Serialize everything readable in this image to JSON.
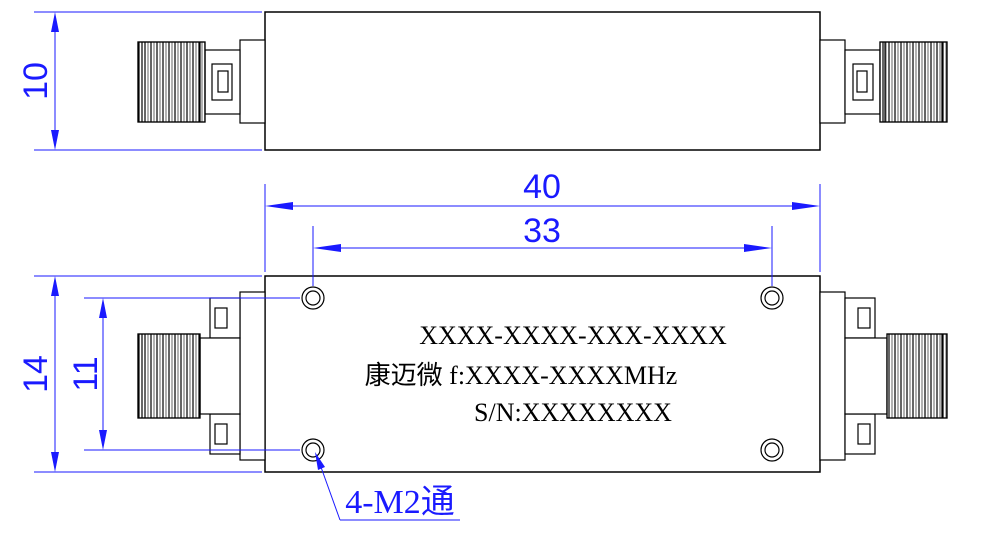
{
  "dimensions": {
    "top_height": "10",
    "overall_length": "40",
    "hole_spacing_x": "33",
    "body_height": "14",
    "hole_spacing_y": "11"
  },
  "label": {
    "part_number": "XXXX-XXXX-XXX-XXXX",
    "brand_freq": "康迈微 f:XXXX-XXXXMHz",
    "serial": "S/N:XXXXXXXX"
  },
  "callout": "4-M2通",
  "colors": {
    "dimension": "#1a1aff",
    "outline": "#000000"
  }
}
